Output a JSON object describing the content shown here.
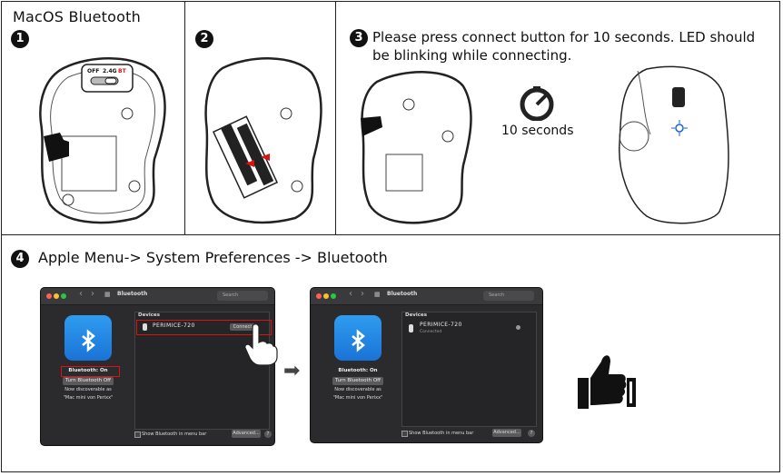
{
  "header": {
    "title": "MacOS Bluetooth"
  },
  "steps": {
    "s1": "1",
    "s2": "2",
    "s3": "3",
    "s3_text": "Please press connect button for 10 seconds. LED should be blinking while connecting.",
    "timer_text": "10 seconds",
    "s4": "4",
    "s4_text": "Apple Menu-> System Preferences -> Bluetooth"
  },
  "switch_labels": {
    "off": "OFF",
    "g24": "2.4G",
    "bt": "BT"
  },
  "window_left": {
    "title": "Bluetooth",
    "search_placeholder": "Search",
    "status": "Bluetooth: On",
    "toggle_label": "Turn Bluetooth Off",
    "discover_line1": "Now discoverable as",
    "discover_line2": "\"Mac mini von Perixx\"",
    "devices_header": "Devices",
    "device_name": "PERIMICE-720",
    "connect_label": "Connect",
    "menu_bar_label": "Show Bluetooth in menu bar",
    "advanced_label": "Advanced...",
    "help_label": "?"
  },
  "window_right": {
    "title": "Bluetooth",
    "search_placeholder": "Search",
    "status": "Bluetooth: On",
    "toggle_label": "Turn Bluetooth Off",
    "discover_line1": "Now discoverable as",
    "discover_line2": "\"Mac mini von Perixx\"",
    "devices_header": "Devices",
    "device_name": "PERIMICE-720",
    "device_status": "Connected",
    "menu_bar_label": "Show Bluetooth in menu bar",
    "advanced_label": "Advanced...",
    "help_label": "?"
  },
  "colors": {
    "accent_red": "#d11111",
    "bluetooth_blue": "#1a73d6",
    "led_blue": "#1f5fd6"
  },
  "icons": [
    "hand-pointer-icon",
    "timer-icon",
    "arrow-right-icon",
    "thumbs-up-icon",
    "bluetooth-icon"
  ]
}
